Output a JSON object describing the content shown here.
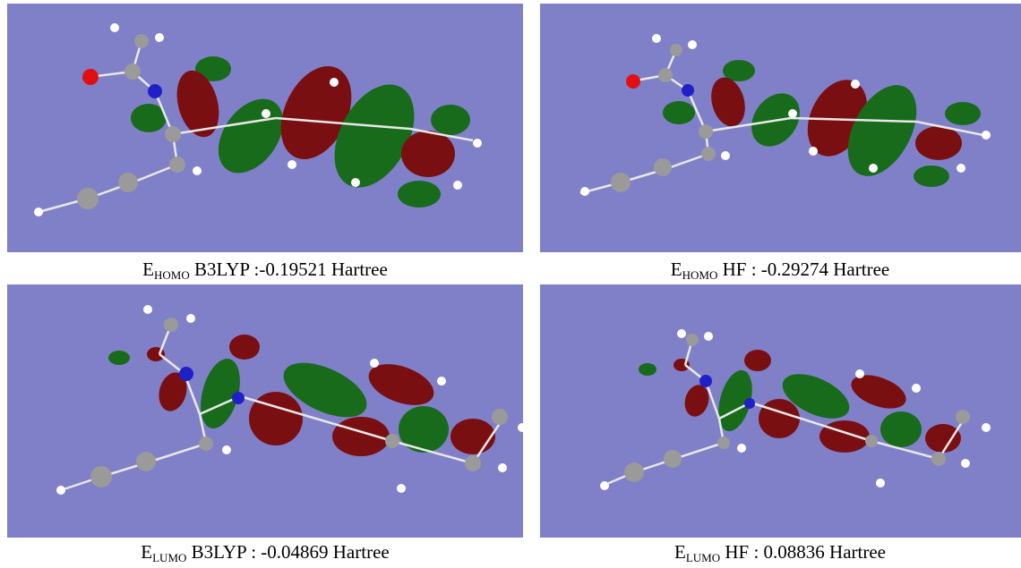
{
  "colors": {
    "background": "#8080c8",
    "orbital_positive": "#7a0f12",
    "orbital_negative": "#176b1a",
    "carbon": "#9a9a9a",
    "hydrogen": "#ffffff",
    "nitrogen": "#2020c8",
    "oxygen": "#e01010"
  },
  "panels": [
    {
      "orbital": "HOMO",
      "caption": {
        "symbol": "E",
        "sub": "HOMO",
        "text": " B3LYP :-0.19521 Hartree"
      }
    },
    {
      "orbital": "HOMO",
      "caption": {
        "symbol": "E",
        "sub": "HOMO",
        "text": " HF : -0.29274 Hartree"
      }
    },
    {
      "orbital": "LUMO",
      "caption": {
        "symbol": "E",
        "sub": "LUMO",
        "text": " B3LYP : -0.04869 Hartree"
      }
    },
    {
      "orbital": "LUMO",
      "caption": {
        "symbol": "E",
        "sub": "LUMO",
        "text": " HF : 0.08836 Hartree"
      }
    }
  ]
}
